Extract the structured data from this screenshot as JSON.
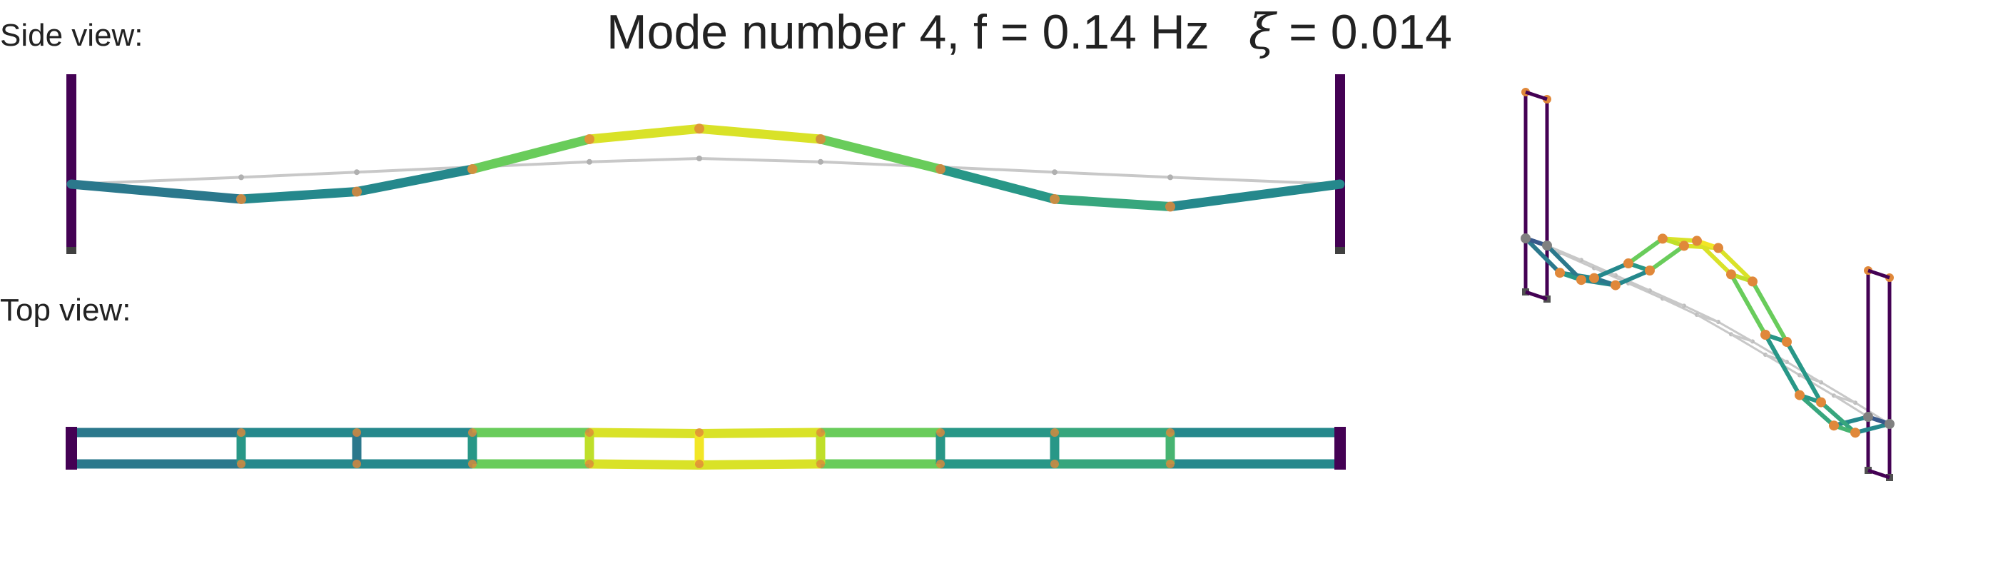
{
  "labels": {
    "side_view": "Side view:",
    "top_view": "Top view:"
  },
  "title": {
    "mode_text": "Mode number 4, f = 0.14 Hz",
    "damping_symbol": "ξ",
    "damping_text": " = 0.014"
  },
  "mode": {
    "number": 4,
    "frequency_hz": 0.14,
    "damping_ratio": 0.014
  },
  "colors": {
    "undeformed": "#c8c8c8",
    "tower": "#440154",
    "deck_nodes": "#e0883a",
    "support_nodes": "#808080",
    "colormap": [
      "#440154",
      "#3b528b",
      "#21918c",
      "#5ec962",
      "#b5de2b",
      "#fde725"
    ]
  },
  "deck_displacement_shape": [
    0,
    0.2,
    0.1,
    -0.2,
    -0.6,
    -0.74,
    -0.6,
    -0.2,
    0.2,
    0.3,
    0
  ],
  "undeformed_camber": [
    0,
    0.08,
    0.14,
    0.2,
    0.26,
    0.3,
    0.26,
    0.2,
    0.14,
    0.08,
    0
  ]
}
